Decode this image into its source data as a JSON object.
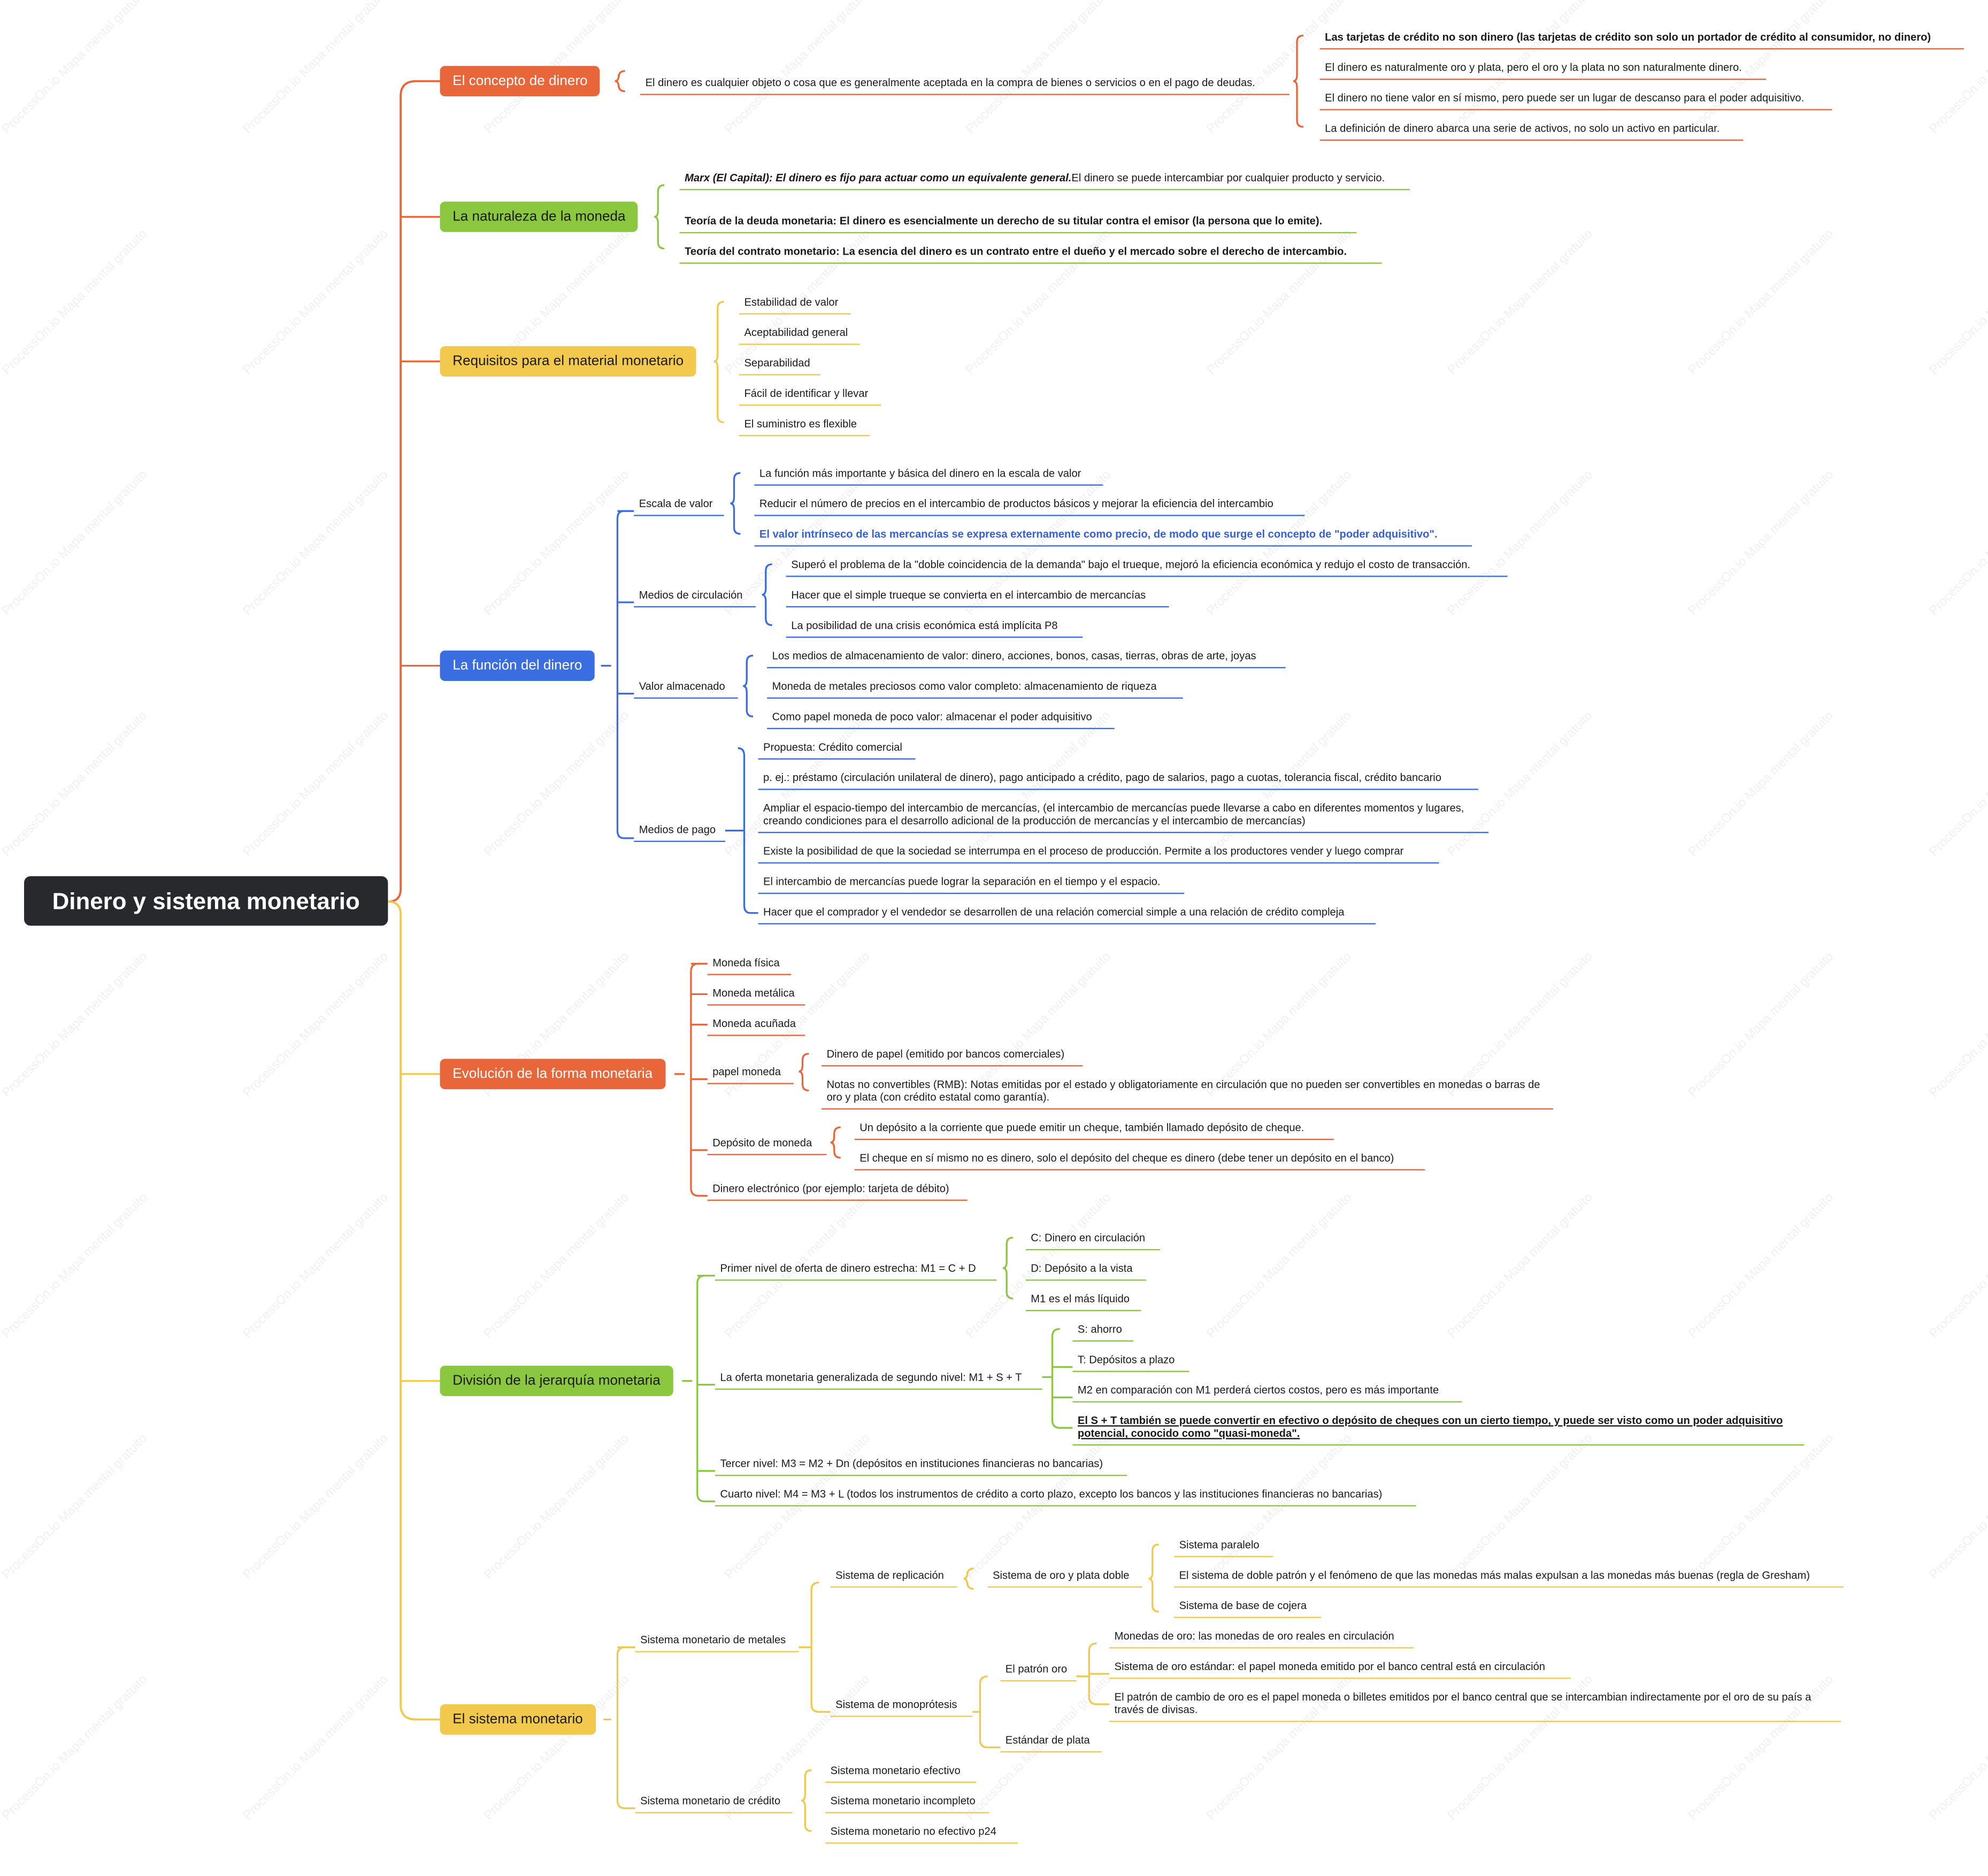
{
  "title": "Dinero y sistema monetario",
  "watermark": "ProcessOn.io Mapa mental gratuito",
  "colors": {
    "orange": "#e8663a",
    "green": "#8cc83f",
    "yellow": "#f2c94c",
    "blue": "#3a6ee0",
    "root": "#27292d"
  },
  "concepto": {
    "title": "El concepto de dinero",
    "definition": "El dinero es cualquier objeto o cosa que es generalmente aceptada en la compra de bienes o servicios o en el pago de deudas.",
    "items": [
      "Las tarjetas de crédito no son dinero (las tarjetas de crédito son solo un portador de crédito al consumidor, no dinero)",
      "El dinero es naturalmente oro y plata, pero el oro y la plata no son naturalmente dinero.",
      "El dinero no tiene valor en sí mismo, pero puede ser un lugar de descanso para el poder adquisitivo.",
      "La definición de dinero abarca una serie de activos, no solo un activo en particular."
    ]
  },
  "naturaleza": {
    "title": "La naturaleza de la moneda",
    "marx_bold": "Marx (El Capital): El dinero es fijo para actuar como un equivalente general.",
    "marx_rest": "El dinero se puede intercambiar por cualquier producto y servicio.",
    "deuda": "Teoría de la deuda monetaria: El dinero es esencialmente un derecho de su titular contra el emisor (la persona que lo emite).",
    "contrato": "Teoría del contrato monetario: La esencia del dinero es un contrato entre el dueño y el mercado sobre el derecho de intercambio."
  },
  "requisitos": {
    "title": "Requisitos para el material monetario",
    "items": [
      "Estabilidad de valor",
      "Aceptabilidad general",
      "Separabilidad",
      "Fácil de identificar y llevar",
      "El suministro es flexible"
    ]
  },
  "funcion": {
    "title": "La función del dinero",
    "escala": {
      "label": "Escala de valor",
      "items": [
        "La función más importante y básica del dinero en la escala de valor",
        "Reducir el número de precios en el intercambio de productos básicos y mejorar la eficiencia del intercambio",
        "El valor intrínseco de las mercancías se expresa externamente como precio, de modo que surge el concepto de \"poder adquisitivo\"."
      ]
    },
    "circulacion": {
      "label": "Medios de circulación",
      "items": [
        "Superó el problema de la \"doble coincidencia de la demanda\" bajo el trueque, mejoró la eficiencia económica y redujo el costo de transacción.",
        "Hacer que el simple trueque se convierta en el intercambio de mercancías",
        "La posibilidad de una crisis económica está implícita P8"
      ]
    },
    "almacenado": {
      "label": "Valor almacenado",
      "items": [
        "Los medios de almacenamiento de valor: dinero, acciones, bonos, casas, tierras, obras de arte, joyas",
        "Moneda de metales preciosos como valor completo: almacenamiento de riqueza",
        "Como papel moneda de poco valor: almacenar el poder adquisitivo"
      ]
    },
    "pago": {
      "label": "Medios de pago",
      "items": [
        "Propuesta: Crédito comercial",
        "p. ej.: préstamo (circulación unilateral de dinero), pago anticipado a crédito, pago de salarios, pago a cuotas, tolerancia fiscal, crédito bancario",
        "Ampliar el espacio-tiempo del intercambio de mercancías, (el intercambio de mercancías puede llevarse a cabo en diferentes momentos y lugares, creando condiciones para el desarrollo adicional de la producción de mercancías y el intercambio de mercancías)",
        "Existe la posibilidad de que la sociedad se interrumpa en el proceso de producción. Permite a los productores vender y luego comprar",
        "El intercambio de mercancías puede lograr la separación en el tiempo y el espacio.",
        "Hacer que el comprador y el vendedor se desarrollen de una relación comercial simple a una relación de crédito compleja"
      ]
    }
  },
  "evolucion": {
    "title": "Evolución de la forma monetaria",
    "fisica": "Moneda física",
    "metalica": "Moneda metálica",
    "acunada": "Moneda acuñada",
    "papel": {
      "label": "papel moneda",
      "items": [
        "Dinero de papel (emitido por bancos comerciales)",
        "Notas no convertibles (RMB): Notas emitidas por el estado y obligatoriamente en circulación que no pueden ser convertibles en monedas o barras de oro y plata (con crédito estatal como garantía)."
      ]
    },
    "deposito": {
      "label": "Depósito de moneda",
      "items": [
        "Un depósito a la corriente que puede emitir un cheque, también llamado depósito de cheque.",
        "El cheque en sí mismo no es dinero, solo el depósito del cheque es dinero (debe tener un depósito en el banco)"
      ]
    },
    "electronico": "Dinero electrónico (por ejemplo: tarjeta de débito)"
  },
  "jerarquia": {
    "title": "División de la jerarquía monetaria",
    "m1": {
      "label": "Primer nivel de oferta de dinero estrecha: M1 = C + D",
      "items": [
        "C: Dinero en circulación",
        "D: Depósito a la vista",
        "M1 es el más líquido"
      ]
    },
    "m2": {
      "label": "La oferta monetaria generalizada de segundo nivel: M1 + S + T",
      "items": [
        "S: ahorro",
        "T: Depósitos a plazo",
        "M2 en comparación con M1 perderá ciertos costos, pero es más importante",
        "El S + T también se puede convertir en efectivo o depósito de cheques con un cierto tiempo, y puede ser visto como un poder adquisitivo potencial, conocido como \"quasi-moneda\"."
      ]
    },
    "m3": "Tercer nivel: M3 = M2 + Dn (depósitos en instituciones financieras no bancarias)",
    "m4": "Cuarto nivel: M4 = M3 + L (todos los instrumentos de crédito a corto plazo, excepto los bancos y las instituciones financieras no bancarias)"
  },
  "sistema": {
    "title": "El sistema monetario",
    "metales": {
      "label": "Sistema monetario de metales",
      "replicacion": {
        "label": "Sistema de replicación",
        "doble": {
          "label": "Sistema de oro y plata doble",
          "items": [
            "Sistema paralelo",
            "El sistema de doble patrón y el fenómeno de que las monedas más malas expulsan a las monedas más buenas (regla de Gresham)",
            "Sistema de base de cojera"
          ]
        }
      },
      "monoprotesis": {
        "label": "Sistema de monoprótesis",
        "oro": {
          "label": "El patrón oro",
          "items": [
            "Monedas de oro: las monedas de oro reales en circulación",
            "Sistema de oro estándar: el papel moneda emitido por el banco central está en circulación",
            "El patrón de cambio de oro es el papel moneda o billetes emitidos por el banco central que se intercambian indirectamente por el oro de su país a través de divisas."
          ]
        },
        "plata": "Estándar de plata"
      }
    },
    "credito": {
      "label": "Sistema monetario de crédito",
      "items": [
        "Sistema monetario efectivo",
        "Sistema monetario incompleto",
        "Sistema monetario no efectivo p24"
      ]
    }
  }
}
